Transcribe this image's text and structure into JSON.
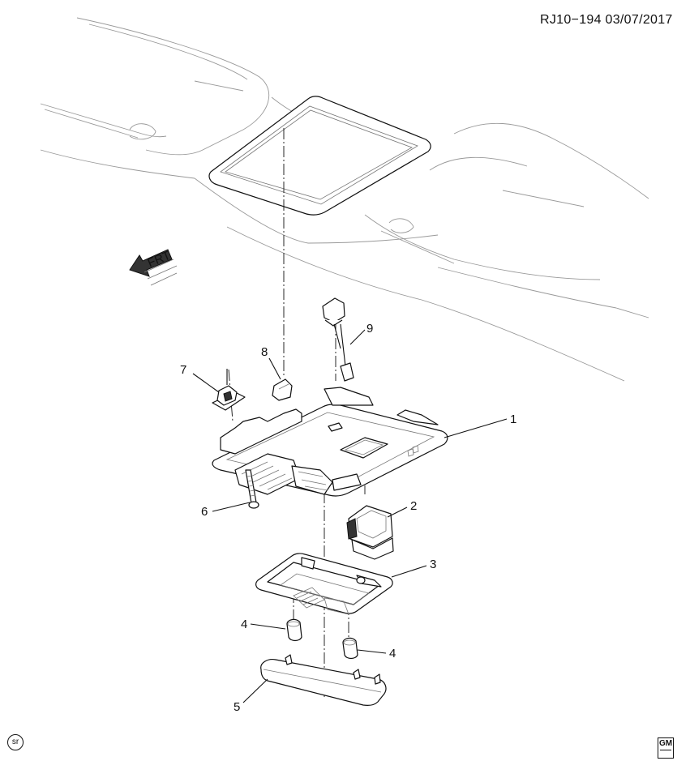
{
  "header": {
    "reference_code": "RJ10−194  03/07/2017"
  },
  "orientation": {
    "front_arrow_label": "FRT",
    "icon": "front-direction-arrow-icon"
  },
  "callouts": [
    {
      "id": "callout-1",
      "label": "1"
    },
    {
      "id": "callout-2",
      "label": "2"
    },
    {
      "id": "callout-3",
      "label": "3"
    },
    {
      "id": "callout-4a",
      "label": "4"
    },
    {
      "id": "callout-4b",
      "label": "4"
    },
    {
      "id": "callout-5",
      "label": "5"
    },
    {
      "id": "callout-6",
      "label": "6"
    },
    {
      "id": "callout-7",
      "label": "7"
    },
    {
      "id": "callout-8",
      "label": "8"
    },
    {
      "id": "callout-9",
      "label": "9"
    }
  ],
  "footer": {
    "sr_badge": "sr",
    "logo_text": "GM",
    "logo_icon": "gm-logo-icon"
  }
}
